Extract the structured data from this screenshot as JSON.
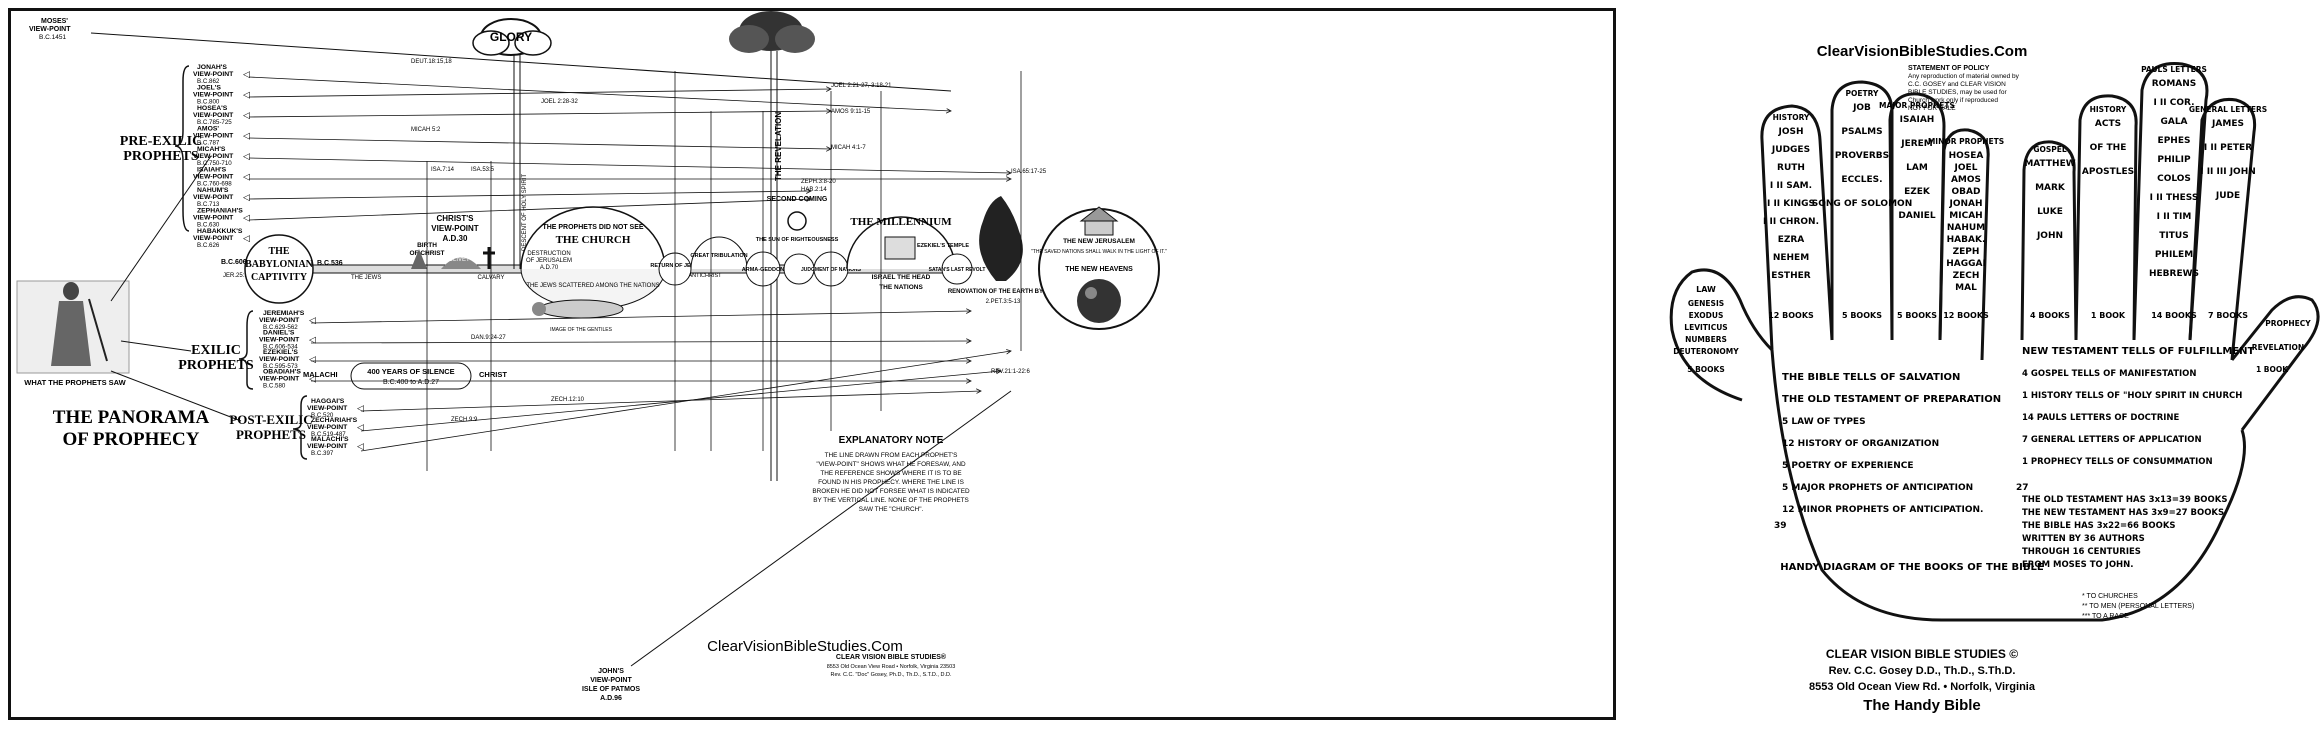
{
  "panorama": {
    "title_line1": "THE PANORAMA",
    "title_line2": "OF PROPHECY",
    "glory": "GLORY",
    "revelation_beam": "THE REVELATION",
    "descent_beam": "DESCENT OF HOLY SPIRIT",
    "what_prophets_saw": "WHAT THE PROPHETS SAW",
    "moses": {
      "name": "MOSES'",
      "vp": "VIEW-POINT",
      "date": "B.C.1451"
    },
    "groups": {
      "pre": "PRE-EXILIC",
      "pre2": "PROPHETS",
      "exilic": "EXILIC",
      "exilic2": "PROPHETS",
      "post": "POST-EXILIC",
      "post2": "PROPHETS"
    },
    "pre_prophets": [
      {
        "name": "JONAH'S",
        "vp": "VIEW-POINT",
        "date": "B.C.862"
      },
      {
        "name": "JOEL'S",
        "vp": "VIEW-POINT",
        "date": "B.C.800"
      },
      {
        "name": "HOSEA'S",
        "vp": "VIEW-POINT",
        "date": "B.C.785-725"
      },
      {
        "name": "AMOS'",
        "vp": "VIEW-POINT",
        "date": "B.C.787"
      },
      {
        "name": "MICAH'S",
        "vp": "VIEW-POINT",
        "date": "B.C.750-710"
      },
      {
        "name": "ISAIAH'S",
        "vp": "VIEW-POINT",
        "date": "B.C.760-698"
      },
      {
        "name": "NAHUM'S",
        "vp": "VIEW-POINT",
        "date": "B.C.713"
      },
      {
        "name": "ZEPHANIAH'S",
        "vp": "VIEW-POINT",
        "date": "B.C.630"
      },
      {
        "name": "HABAKKUK'S",
        "vp": "VIEW-POINT",
        "date": "B.C.626"
      }
    ],
    "exilic_prophets": [
      {
        "name": "JEREMIAH'S",
        "vp": "VIEW-POINT",
        "date": "B.C.629-562"
      },
      {
        "name": "DANIEL'S",
        "vp": "VIEW-POINT",
        "date": "B.C.606-534"
      },
      {
        "name": "EZEKIEL'S",
        "vp": "VIEW-POINT",
        "date": "B.C.595-573"
      },
      {
        "name": "OBADIAH'S",
        "vp": "VIEW-POINT",
        "date": "B.C.580"
      }
    ],
    "post_prophets": [
      {
        "name": "HAGGAI'S",
        "vp": "VIEW-POINT",
        "date": "B.C.520"
      },
      {
        "name": "ZECHARIAH'S",
        "vp": "VIEW-POINT",
        "date": "B.C.519-487"
      },
      {
        "name": "MALACHI'S",
        "vp": "VIEW-POINT",
        "date": "B.C.397"
      }
    ],
    "timeline": {
      "bc606": "B.C.606",
      "bc536": "B.C.536",
      "jer": "JER.25:11",
      "jews": "THE JEWS",
      "babylon1": "THE",
      "babylon2": "BABYLONIAN",
      "babylon3": "CAPTIVITY",
      "birth": "BIRTH",
      "birth2": "OF CHRIST",
      "christ_vp": "CHRIST'S",
      "christ_vp2": "VIEW-POINT",
      "christ_vp3": "A.D.30",
      "olivet": "OLIVET",
      "calvary": "CALVARY",
      "destruction": "DESTRUCTION",
      "destruction2": "OF JERUSALEM",
      "destruction3": "A.D.70",
      "church_dome": "THE PROPHETS DID NOT SEE",
      "church": "THE CHURCH",
      "scattered": "THE JEWS SCATTERED AMONG THE NATIONS",
      "return": "RETURN OF JEWS",
      "antichrist": "ANTICHRIST",
      "great_trib": "GREAT TRIBULATION",
      "armageddon": "ARMA-GEDDON",
      "second_coming": "SECOND COMING",
      "sun": "THE SUN OF RIGHTEOUSNESS",
      "judgment": "JUDGMENT OF NATIONS",
      "millennium": "THE MILLENNIUM",
      "ezekiel_temple": "EZEKIEL'S TEMPLE",
      "israel": "ISRAEL THE HEAD",
      "nations": "THE NATIONS",
      "satan": "SATAN'S LAST REVOLT",
      "renovation": "RENOVATION OF THE EARTH BY FIRE",
      "renovation_ref": "2.PET.3:5-13",
      "new_jerusalem": "THE NEW JERUSALEM",
      "new_jerusalem2": "\"THE SAVED NATIONS SHALL WALK IN THE LIGHT OF IT.\"",
      "new_heavens": "THE NEW HEAVENS",
      "silence": "400 YEARS OF SILENCE",
      "silence2": "B.C.400 to A.D.27",
      "malachi": "MALACHI",
      "christ": "CHRIST",
      "image_label": "IMAGE OF THE GENTILES"
    },
    "refs": {
      "deut": "DEUT.18:15,18",
      "dan1": "DAN.9:24-27",
      "isa1": "ISA.7:14",
      "isa2": "ISA.53:5",
      "zech1": "ZECH.9:9",
      "zech2": "ZECH.12:10",
      "micah": "MICAH 5:2",
      "joel1": "JOEL 2:28-32",
      "joel2": "JOEL 2:21-27, 3:18-21",
      "amos": "AMOS 9:11-15",
      "micah2": "MICAH 4:1-7",
      "zeph": "ZEPH.3:8-20",
      "hab": "HAB.2:14",
      "isa3": "ISA.65:17-25",
      "rev": "REV.21:1-22:6"
    },
    "note_title": "EXPLANATORY NOTE",
    "note_body": [
      "THE LINE DRAWN FROM EACH PROPHET'S",
      "\"VIEW-POINT\" SHOWS WHAT HE FORESAW, AND",
      "THE REFERENCE SHOWS WHERE IT IS TO BE",
      "FOUND IN HIS PROPHECY. WHERE THE LINE IS",
      "BROKEN HE DID NOT FORSEE WHAT IS INDICATED",
      "BY THE VERTICAL LINE. NONE OF THE PROPHETS",
      "SAW THE \"CHURCH\"."
    ],
    "john": {
      "name": "JOHN'S",
      "vp": "VIEW-POINT",
      "place": "ISLE OF PATMOS",
      "date": "A.D.96"
    },
    "watermark": "ClearVisionBibleStudies.Com",
    "publisher": "CLEAR VISION BIBLE STUDIES®",
    "address": "8553 Old Ocean View Road • Norfolk, Virginia 23503",
    "rev_name": "Rev. C.C. \"Doc\" Gosey, Ph.D., Th.D., S.T.D., D.D."
  },
  "hand": {
    "site": "ClearVisionBibleStudies.Com",
    "policy_title": "STATEMENT OF POLICY",
    "policy_body": [
      "Any reproduction of material owned by",
      "C.C. GOSEY and CLEAR VISION",
      "BIBLE STUDIES, may be used for",
      "Church work only if reproduced",
      "NOT FOR SALE"
    ],
    "fingers": [
      {
        "head": "HISTORY",
        "items": [
          "JOSH",
          "JUDGES",
          "RUTH",
          "I II SAM.",
          "I II KINGS",
          "I II CHRON.",
          "EZRA",
          "NEHEM",
          "ESTHER"
        ],
        "count": "12 BOOKS"
      },
      {
        "head": "POETRY",
        "items": [
          "JOB",
          "PSALMS",
          "PROVERBS",
          "ECCLES.",
          "SONG OF SOLOMON"
        ],
        "count": "5 BOOKS"
      },
      {
        "head": "MAJOR PROPHETS",
        "items": [
          "ISAIAH",
          "JEREM",
          "LAM",
          "EZEK",
          "DANIEL"
        ],
        "count": "5 BOOKS"
      },
      {
        "head": "MINOR PROPHETS",
        "items": [
          "HOSEA",
          "JOEL",
          "AMOS",
          "OBAD",
          "JONAH",
          "MICAH",
          "NAHUM",
          "HABAK.",
          "ZEPH",
          "HAGGAI",
          "ZECH",
          "MAL"
        ],
        "count": "12 BOOKS"
      },
      {
        "head": "GOSPEL",
        "items": [
          "MATTHEW",
          "MARK",
          "LUKE",
          "JOHN"
        ],
        "count": "4 BOOKS"
      },
      {
        "head": "HISTORY",
        "items": [
          "ACTS",
          "OF THE",
          "APOSTLES"
        ],
        "count": "1 BOOK"
      },
      {
        "head": "PAULS LETTERS",
        "items": [
          "ROMANS",
          "I II COR.",
          "GALA",
          "EPHES",
          "PHILIP",
          "COLOS",
          "I II THESS",
          "I II TIM",
          "TITUS",
          "PHILEM",
          "HEBREWS"
        ],
        "count": "14 BOOKS"
      },
      {
        "head": "GENERAL LETTERS",
        "items": [
          "JAMES",
          "I II PETER",
          "I II III JOHN",
          "JUDE"
        ],
        "count": "7 BOOKS"
      }
    ],
    "thumb": {
      "head": "LAW",
      "items": [
        "GENESIS",
        "EXODUS",
        "LEVITICUS",
        "NUMBERS",
        "DEUTERONOMY"
      ],
      "count": "5 BOOKS"
    },
    "pinky": {
      "head": "PROPHECY",
      "items": [
        "REVELATION"
      ],
      "count": "1 BOOK"
    },
    "palm_ot": [
      "THE BIBLE TELLS OF SALVATION",
      "THE OLD TESTAMENT OF PREPARATION",
      "5 LAW  OF  TYPES",
      "12 HISTORY  OF  ORGANIZATION",
      "5 POETRY  OF  EXPERIENCE",
      "5 MAJOR PROPHETS OF ANTICIPATION",
      "12 MINOR PROPHETS OF ANTICIPATION."
    ],
    "palm_ot_sum": "39",
    "palm_nt": [
      "NEW TESTAMENT TELLS OF FULFILLMENT",
      "4 GOSPEL TELLS OF MANIFESTATION",
      "1 HISTORY TELLS OF \"HOLY SPIRIT IN CHURCH",
      "14 PAULS LETTERS OF DOCTRINE",
      "7 GENERAL LETTERS OF APPLICATION",
      "1 PROPHECY TELLS OF CONSUMMATION"
    ],
    "palm_nt_sum": "27",
    "totals": [
      "THE OLD TESTAMENT HAS 3x13=39 BOOKS",
      "THE NEW TESTAMENT HAS 3x9=27 BOOKS",
      "THE BIBLE HAS 3x22=66 BOOKS",
      "WRITTEN BY 36 AUTHORS",
      "THROUGH 16 CENTURIES",
      "FROM MOSES TO JOHN."
    ],
    "handy_diagram": "HANDY DIAGRAM OF THE BOOKS OF THE BIBLE",
    "legend": [
      "* TO CHURCHES",
      "** TO MEN (PERSONAL LETTERS)",
      "*** TO A RACE"
    ],
    "publisher": "CLEAR VISION BIBLE STUDIES ©",
    "rev": "Rev. C.C. Gosey D.D., Th.D., S.Th.D.",
    "address": "8553 Old Ocean View Rd. • Norfolk, Virginia",
    "title": "The Handy Bible"
  }
}
